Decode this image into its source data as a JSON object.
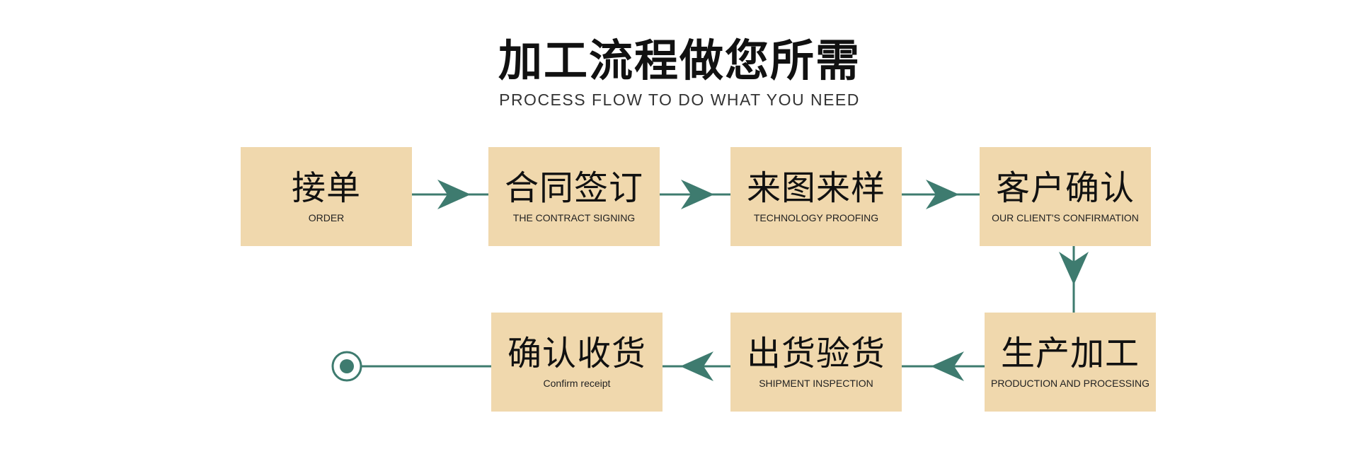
{
  "header": {
    "title": "加工流程做您所需",
    "subtitle": "PROCESS FLOW TO DO WHAT YOU NEED"
  },
  "steps": [
    {
      "cn": "接单",
      "en": "ORDER"
    },
    {
      "cn": "合同签订",
      "en": "THE CONTRACT SIGNING"
    },
    {
      "cn": "来图来样",
      "en": "TECHNOLOGY PROOFING"
    },
    {
      "cn": "客户确认",
      "en": "OUR CLIENT'S CONFIRMATION"
    },
    {
      "cn": "生产加工",
      "en": "PRODUCTION AND PROCESSING"
    },
    {
      "cn": "出货验货",
      "en": "SHIPMENT INSPECTION"
    },
    {
      "cn": "确认收货",
      "en": "Confirm receipt"
    }
  ],
  "colors": {
    "box": "#f0d8ad",
    "connector": "#3e7b6f",
    "title": "#111111"
  },
  "icons": {
    "arrow": "arrowhead-icon",
    "end": "end-point-icon"
  }
}
